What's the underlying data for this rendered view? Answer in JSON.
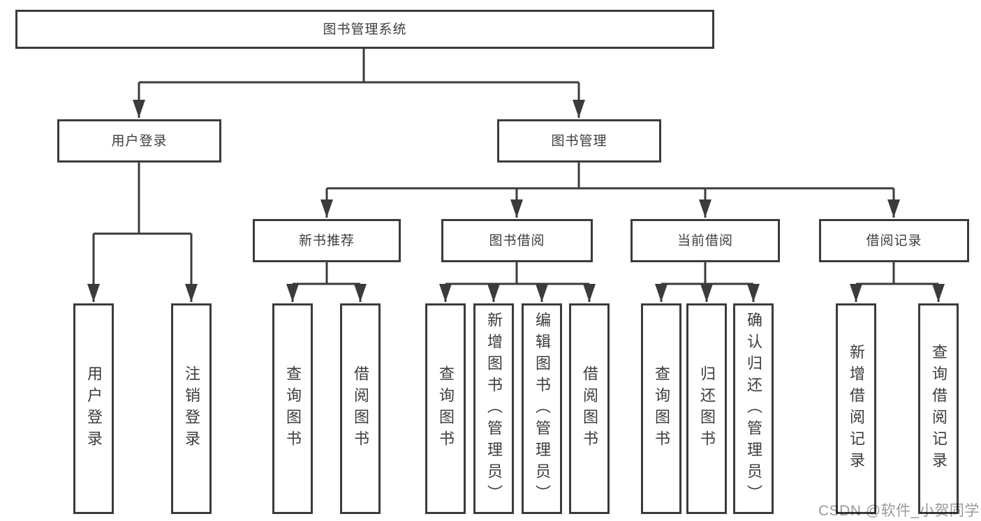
{
  "tree": {
    "label": "图书管理系统",
    "children": [
      {
        "label": "用户登录",
        "children": [
          {
            "label": "用户登录"
          },
          {
            "label": "注销登录"
          }
        ]
      },
      {
        "label": "图书管理",
        "children": [
          {
            "label": "新书推荐",
            "children": [
              {
                "label": "查询图书"
              },
              {
                "label": "借阅图书"
              }
            ]
          },
          {
            "label": "图书借阅",
            "children": [
              {
                "label": "查询图书"
              },
              {
                "label": "新增图书（管理员）"
              },
              {
                "label": "编辑图书（管理员）"
              },
              {
                "label": "借阅图书"
              }
            ]
          },
          {
            "label": "当前借阅",
            "children": [
              {
                "label": "查询图书"
              },
              {
                "label": "归还图书"
              },
              {
                "label": "确认归还（管理员）"
              }
            ]
          },
          {
            "label": "借阅记录",
            "children": [
              {
                "label": "新增借阅记录"
              },
              {
                "label": "查询借阅记录"
              }
            ]
          }
        ]
      }
    ]
  },
  "watermark": {
    "text": "CSDN @软件_小贺同学"
  },
  "colors": {
    "line": "#3b3b3b",
    "text": "#3d3d3d",
    "watermark": "#9a9a9a",
    "background": "#ffffff"
  }
}
